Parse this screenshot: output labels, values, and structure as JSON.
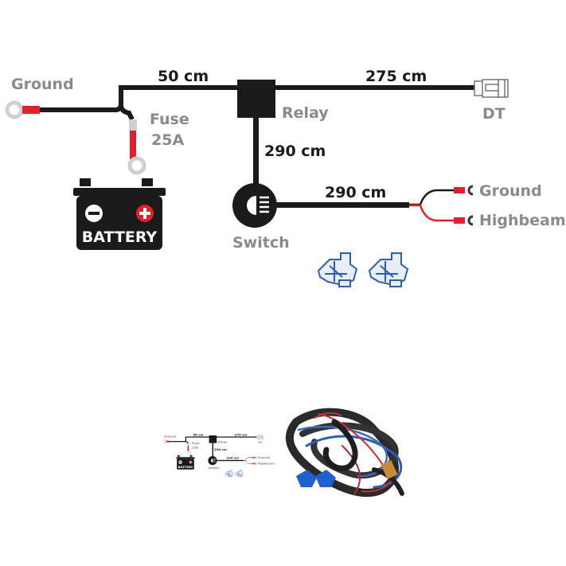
{
  "diagram": {
    "ground_left": "Ground",
    "cable_battery_relay": "50 cm",
    "fuse_label": "Fuse",
    "fuse_rating": "25A",
    "battery_label": "BATTERY",
    "relay_label": "Relay",
    "cable_relay_dt": "275 cm",
    "dt_label": "DT",
    "cable_relay_switch": "290 cm",
    "switch_label": "Switch",
    "cable_switch_out": "290 cm",
    "ground_right": "Ground",
    "highbeam_label": "Highbeam"
  },
  "colors": {
    "wire": "#1a1a1a",
    "red": "#e0202a",
    "label_gray": "#8a8a8a",
    "connector_blue": "#2f5db0"
  }
}
